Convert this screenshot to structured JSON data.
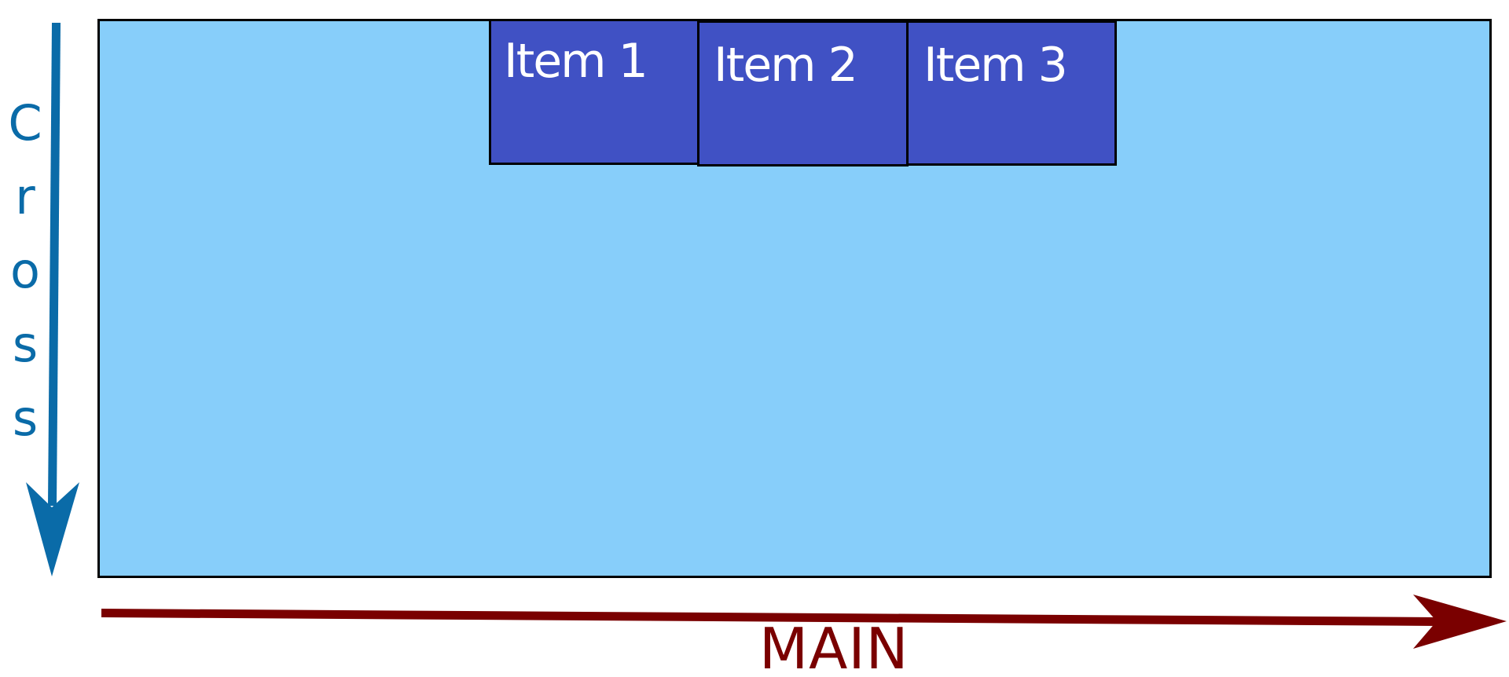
{
  "diagram": {
    "container": {
      "background": "#87CEFA",
      "border": "#000000"
    },
    "items": [
      {
        "label": "Item 1"
      },
      {
        "label": "Item 2"
      },
      {
        "label": "Item 3"
      }
    ],
    "item_color": "#4051C4",
    "axes": {
      "cross": {
        "label": "Cross",
        "letters": [
          "C",
          "r",
          "o",
          "s",
          "s"
        ],
        "color": "#0A6BA8",
        "direction": "down"
      },
      "main": {
        "label": "MAIN",
        "color": "#7A0000",
        "direction": "right"
      }
    }
  }
}
